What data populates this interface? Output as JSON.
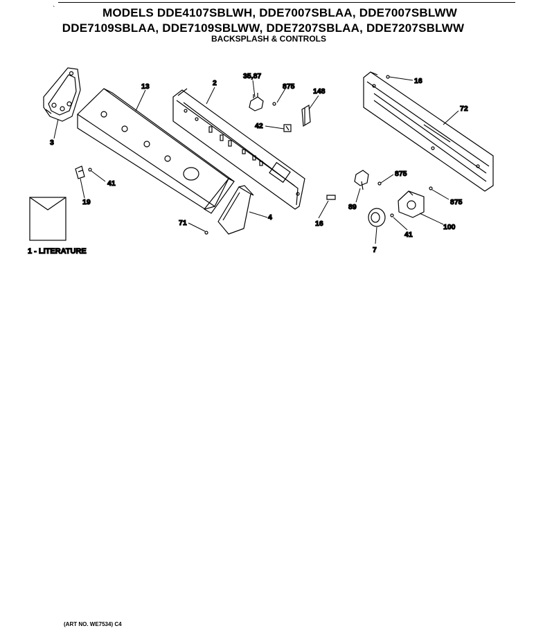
{
  "header": {
    "line1": "MODELS DDE4107SBLWH, DDE7007SBLAA, DDE7007SBLWW",
    "line2": "DDE7109SBLAA, DDE7109SBLWW, DDE7207SBLAA, DDE7207SBLWW",
    "subtitle": "BACKSPLASH & CONTROLS"
  },
  "parts": {
    "p13": "13",
    "p2": "2",
    "p35_87": "35,87",
    "p875a": "875",
    "p148": "148",
    "p16a": "16",
    "p72": "72",
    "p3": "3",
    "p42": "42",
    "p41a": "41",
    "p19": "19",
    "p71": "71",
    "p4": "4",
    "p875b": "875",
    "p89": "89",
    "p16b": "16",
    "p875c": "875",
    "p41b": "41",
    "p100": "100",
    "p7": "7"
  },
  "literature": {
    "label": "1 - LITERATURE"
  },
  "footer": {
    "art_no": "(ART NO. WE7534) C4"
  }
}
